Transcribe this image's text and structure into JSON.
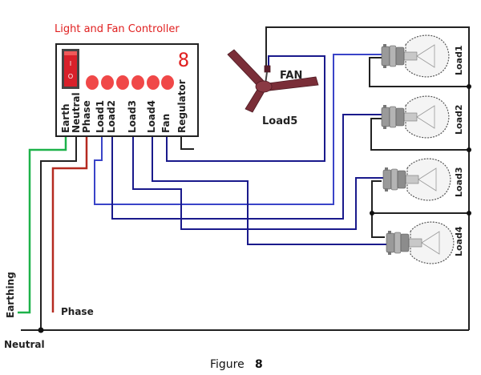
{
  "title": "Light and Fan Controller",
  "controller": {
    "switch_symbols": [
      "I",
      "O"
    ],
    "seven_segment_digit": "8",
    "indicator_led_count": 6,
    "terminals": [
      "Earth",
      "Neutral",
      "Phase",
      "Load1",
      "Load2",
      "Load3",
      "Load4",
      "Fan",
      "Regulator"
    ]
  },
  "fan": {
    "name": "FAN",
    "load_label": "Load5"
  },
  "bulbs": [
    {
      "label": "Load1"
    },
    {
      "label": "Load2"
    },
    {
      "label": "Load3"
    },
    {
      "label": "Load4"
    }
  ],
  "supply": {
    "earthing": "Earthing",
    "phase": "Phase",
    "neutral": "Neutral"
  },
  "wire_colors": {
    "earth": "#1db24a",
    "neutral": "#222222",
    "phase": "#c0281e",
    "load": "#1a1a8c",
    "load_light": "#3a44c8"
  },
  "caption": {
    "prefix": "Figure",
    "number": "8"
  }
}
